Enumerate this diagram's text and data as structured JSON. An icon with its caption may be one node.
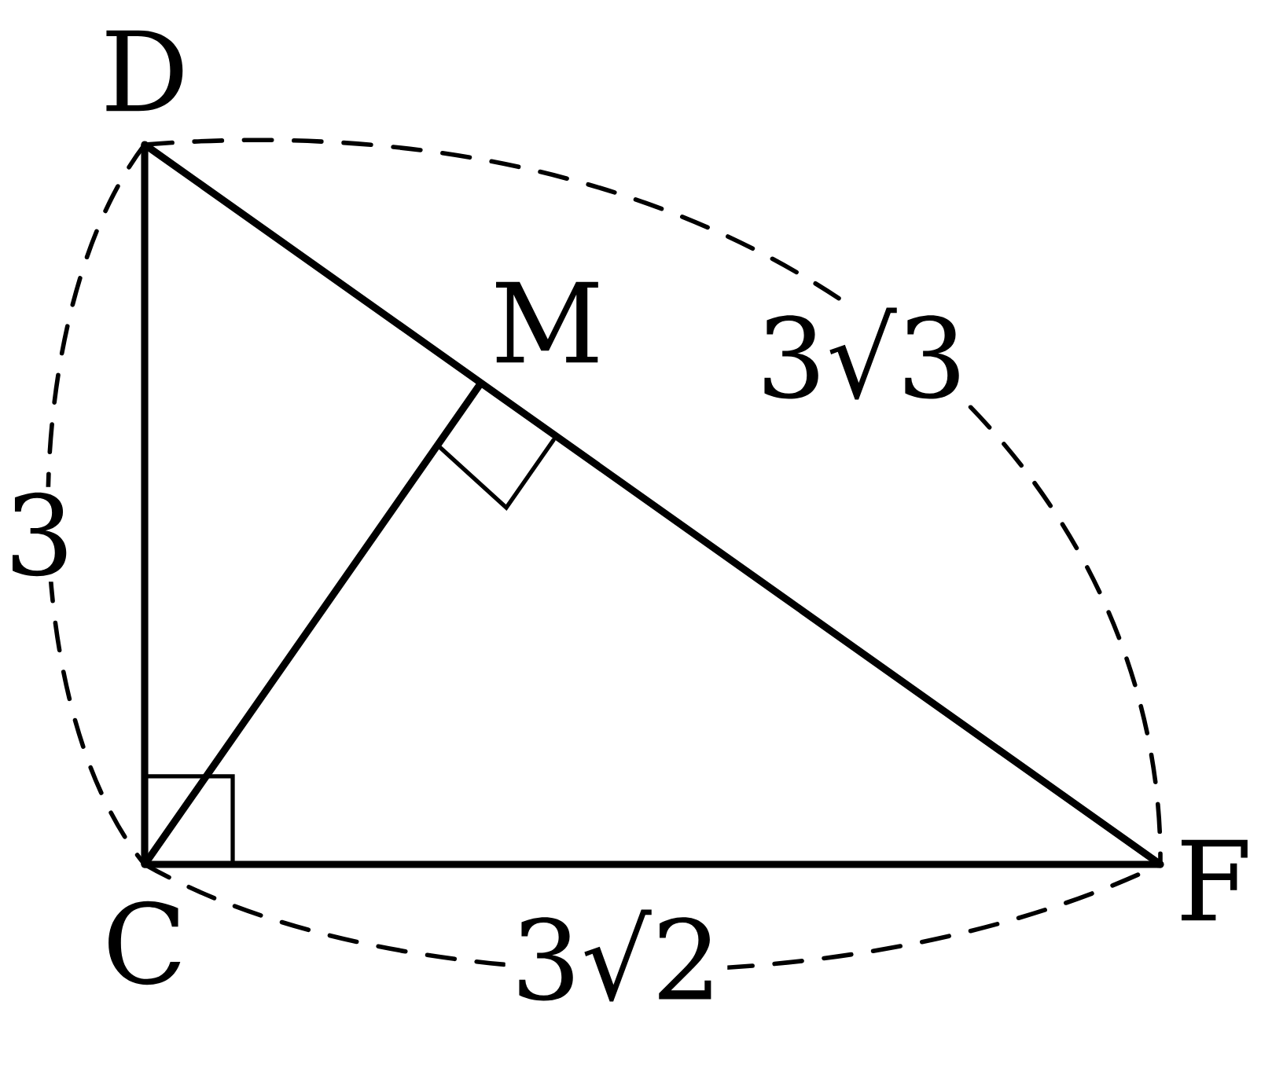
{
  "diagram": {
    "nodes": [
      {
        "text": [],
        "shape": "point",
        "beside": [
          "D"
        ]
      },
      {
        "text": [],
        "shape": "point",
        "beside": [
          "M"
        ]
      },
      {
        "text": [],
        "shape": "point",
        "beside": [
          "C"
        ]
      },
      {
        "text": [],
        "shape": "point",
        "beside": [
          "F"
        ]
      }
    ],
    "edges": [
      {
        "from": 0,
        "to": 2,
        "arrow": "none"
      },
      {
        "from": 0,
        "to": 3,
        "arrow": "none"
      },
      {
        "from": 2,
        "to": 3,
        "arrow": "none"
      },
      {
        "from": 2,
        "to": 1,
        "arrow": "none"
      }
    ],
    "labels": [
      "3",
      "3√3",
      "3√2"
    ]
  }
}
